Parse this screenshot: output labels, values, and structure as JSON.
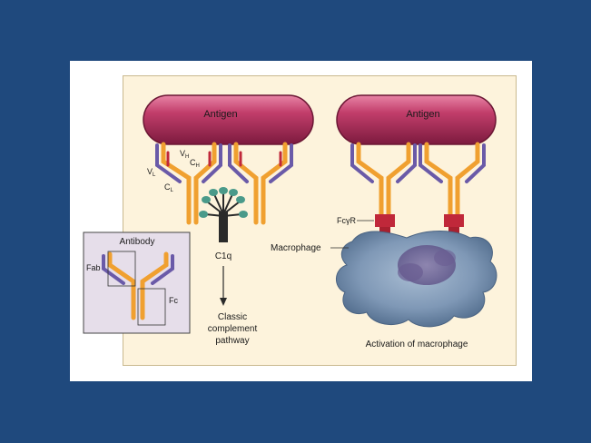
{
  "figure": {
    "antigen_left": "Antigen",
    "antigen_right": "Antigen",
    "vh": "V",
    "vh_sub": "H",
    "ch": "C",
    "ch_sub": "H",
    "vl": "V",
    "vl_sub": "L",
    "cl": "C",
    "cl_sub": "L",
    "c1q": "C1q",
    "classic_line1": "Classic",
    "classic_line2": "complement",
    "classic_line3": "pathway",
    "fcgr": "FcγR",
    "macrophage": "Macrophage",
    "activation": "Activation of macrophage"
  },
  "inset": {
    "title": "Antibody",
    "fab": "Fab",
    "fc": "Fc"
  },
  "colors": {
    "background": "#1f497d",
    "heavy_chain": "#f0a030",
    "light_chain": "#6a5aa8",
    "antigen": "#b0305a",
    "receptor": "#c0283a",
    "macrophage": "#7e9ab8",
    "inset_bg": "#e6deea"
  }
}
